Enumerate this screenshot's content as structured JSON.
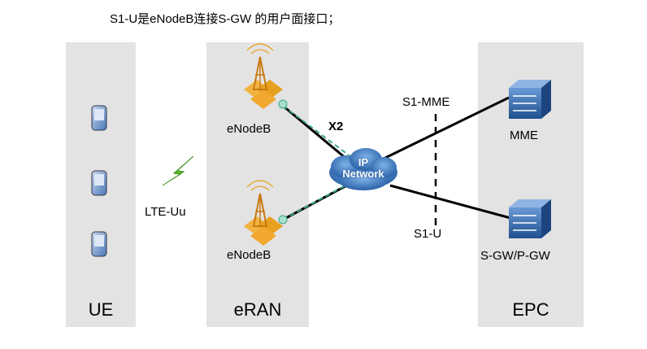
{
  "caption": "S1-U是eNodeB连接S-GW 的用户面接口；",
  "panels": {
    "ue": {
      "label": "UE"
    },
    "eran": {
      "label": "eRAN"
    },
    "epc": {
      "label": "EPC"
    }
  },
  "nodes": {
    "enodeb_top": {
      "label": "eNodeB",
      "icon": "cell-tower-icon"
    },
    "enodeb_bottom": {
      "label": "eNodeB",
      "icon": "cell-tower-icon"
    },
    "ip_network": {
      "line1": "IP",
      "line2": "Network",
      "icon": "cloud-icon"
    },
    "mme": {
      "label": "MME",
      "icon": "router-box-icon"
    },
    "sgw": {
      "label": "S-GW/P-GW",
      "icon": "router-box-icon"
    },
    "phones": {
      "icon": "mobile-phone-icon",
      "count": 3
    },
    "radio_link": {
      "icon": "lightning-icon"
    }
  },
  "interfaces": {
    "lte_uu": "LTE-Uu",
    "x2": "X2",
    "s1_mme": "S1-MME",
    "s1_u": "S1-U"
  },
  "colors": {
    "panel_bg": "#e3e3e3",
    "link": "#000000",
    "x2_dash": "#3aa58e",
    "cloud": "#2e6fb8",
    "tower": "#e8a020",
    "lightning": "#5cc02a",
    "device": "#4a78b8"
  }
}
